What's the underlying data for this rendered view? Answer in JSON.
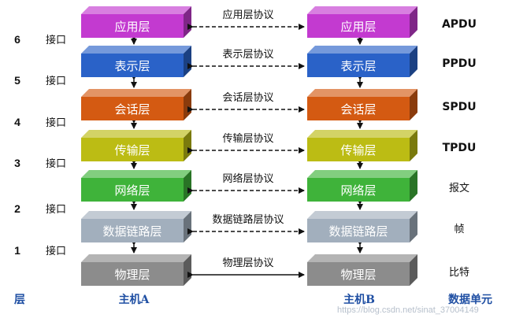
{
  "layers": [
    {
      "name": "应用层",
      "protocol": "应用层协议",
      "unit": "APDU",
      "color": "#c33ad0"
    },
    {
      "name": "表示层",
      "protocol": "表示层协议",
      "unit": "PPDU",
      "color": "#2a62c8"
    },
    {
      "name": "会话层",
      "protocol": "会话层协议",
      "unit": "SPDU",
      "color": "#d45a12"
    },
    {
      "name": "传输层",
      "protocol": "传输层协议",
      "unit": "TPDU",
      "color": "#bcbc14"
    },
    {
      "name": "网络层",
      "protocol": "网络层协议",
      "unit": "报文",
      "color": "#3fb33a"
    },
    {
      "name": "数据链路层",
      "protocol": "数据链路层协议",
      "unit": "帧",
      "color": "#a2afbd"
    },
    {
      "name": "物理层",
      "protocol": "物理层协议",
      "unit": "比特",
      "color": "#8c8c8c"
    }
  ],
  "interfaces": [
    {
      "number": "6",
      "label": "接口"
    },
    {
      "number": "5",
      "label": "接口"
    },
    {
      "number": "4",
      "label": "接口"
    },
    {
      "number": "3",
      "label": "接口"
    },
    {
      "number": "2",
      "label": "接口"
    },
    {
      "number": "1",
      "label": "接口"
    }
  ],
  "footer": {
    "layer_label": "层",
    "host_a": "主机A",
    "host_b": "主机B",
    "unit_label": "数据单元"
  },
  "watermark": "https://blog.csdn.net/sinat_37004149",
  "colors": {
    "footer_text": "#1f4fa3",
    "label_text": "#111111",
    "arrow": "#111111"
  }
}
